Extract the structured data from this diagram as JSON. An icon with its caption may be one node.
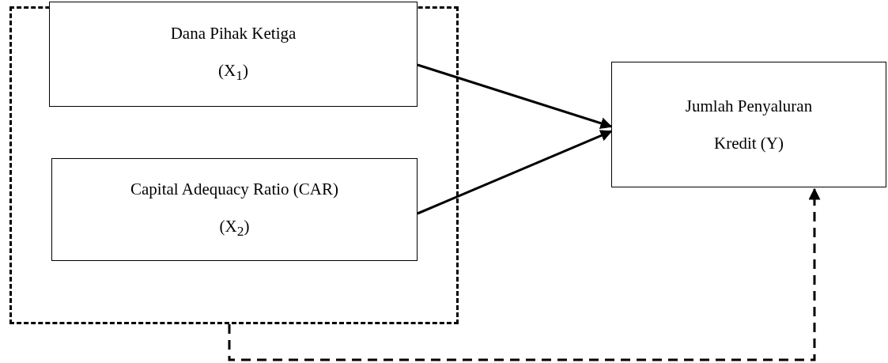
{
  "diagram": {
    "nodes": [
      {
        "text": [],
        "shape": "box"
      },
      {
        "text": [
          "Dana Pihak Ketiga",
          "(X$_{1}$)"
        ],
        "in": 0
      },
      {
        "text": [
          "Capital Adequacy Ratio (CAR)",
          "(X$_{2}$)"
        ],
        "in": 0
      },
      {
        "text": [
          "Jumlah Penyaluran",
          "Kredit (Y)"
        ]
      }
    ],
    "edges": [
      {
        "from": 1,
        "to": 3,
        "arrow": "to"
      },
      {
        "from": 2,
        "to": 3,
        "arrow": "to"
      },
      {
        "from": 0,
        "to": 3,
        "arrow": "to",
        "style": "dashed"
      }
    ]
  }
}
